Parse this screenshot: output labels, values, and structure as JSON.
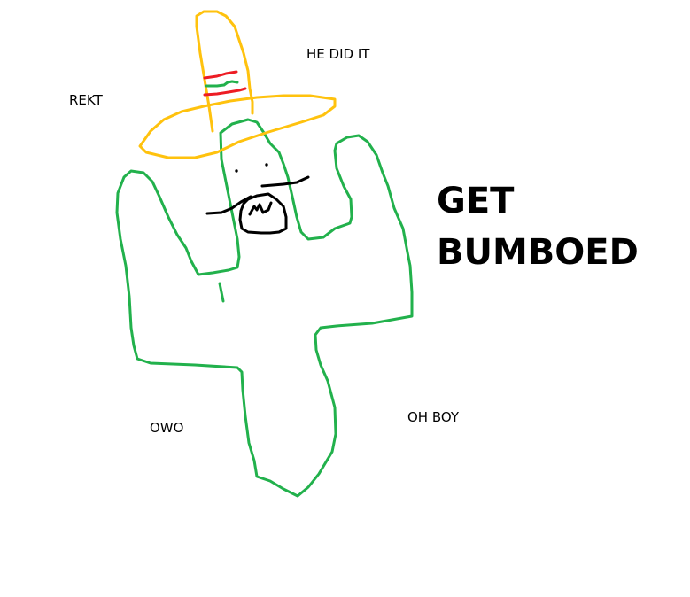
{
  "colors": {
    "background": "#ffffff",
    "cactus": "#22b14c",
    "sombrero": "#ffc20e",
    "stripe_red": "#ed1c24",
    "stripe_green": "#22b14c",
    "ink": "#000000"
  },
  "labels": {
    "rekt": "REKT",
    "he_did_it": "HE DID IT",
    "get": "GET",
    "bumboed": "BUMBOED",
    "owo": "OWO",
    "oh_boy": "OH BOY"
  },
  "drawing": {
    "subject": "cactus wearing sombrero with mustache",
    "icons": [
      "cactus-drawing",
      "sombrero-drawing",
      "mustache-drawing",
      "mouth-drawing",
      "eye-dots"
    ]
  }
}
